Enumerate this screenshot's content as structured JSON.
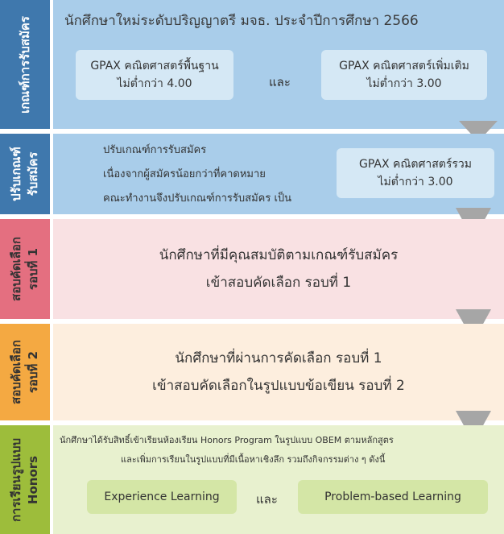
{
  "colors": {
    "row1_side": "#3f78ad",
    "row1_panel": "#a9cdea",
    "row1_box": "#d5e8f5",
    "row2_side": "#3f78ad",
    "row2_panel": "#a9cdea",
    "row2_box": "#d5e8f5",
    "row3_side": "#e46f80",
    "row3_panel": "#f9e1e3",
    "row4_side": "#f4a942",
    "row4_panel": "#fdeede",
    "row5_side": "#9dbd3b",
    "row5_panel": "#e8f1cf",
    "row5_box": "#d4e6a6",
    "arrow": "#a6a6a6"
  },
  "rows": [
    {
      "side_label_1": "เกณฑ์การรับสมัคร",
      "title": "นักศึกษาใหม่ระดับปริญญาตรี มจธ. ประจำปีการศึกษา 2566",
      "box_left": [
        "GPAX คณิตศาสตร์พื้นฐาน",
        "ไม่ต่ำกว่า 4.00"
      ],
      "connector": "และ",
      "box_right": [
        "GPAX คณิตศาสตร์เพิ่มเติม",
        "ไม่ต่ำกว่า 3.00"
      ]
    },
    {
      "side_label_1": "ปรับเกณฑ์",
      "side_label_2": "รับสมัคร",
      "lines": [
        "ปรับเกณฑ์การรับสมัคร",
        "เนื่องจากผู้สมัครน้อยกว่าที่คาดหมาย",
        "คณะทำงานจึงปรับเกณฑ์การรับสมัคร เป็น"
      ],
      "box": [
        "GPAX คณิตศาสตร์รวม",
        "ไม่ต่ำกว่า 3.00"
      ]
    },
    {
      "side_label_1": "สอบคัดเลือก",
      "side_label_2": "รอบที่ 1",
      "lines": [
        "นักศึกษาที่มีคุณสมบัติตามเกณฑ์รับสมัคร",
        "เข้าสอบคัดเลือก รอบที่ 1"
      ]
    },
    {
      "side_label_1": "สอบคัดเลือก",
      "side_label_2": "รอบที่ 2",
      "lines": [
        "นักศึกษาที่ผ่านการคัดเลือก รอบที่ 1",
        "เข้าสอบคัดเลือกในรูปแบบข้อเขียน รอบที่ 2"
      ]
    },
    {
      "side_label_1": "การเรียนรูปแบบ",
      "side_label_2": "Honors",
      "lines": [
        "นักศึกษาได้รับสิทธิ์เข้าเรียนห้องเรียน  Honors Program ในรูปแบบ OBEM ตามหลักสูตร",
        "และเพิ่มการเรียนในรูปแบบที่มีเนื้อหาเชิงลึก  รวมถึงกิจกรรมต่าง ๆ ดังนี้"
      ],
      "box_left": "Experience Learning",
      "connector": "และ",
      "box_right": "Problem-based Learning"
    }
  ]
}
